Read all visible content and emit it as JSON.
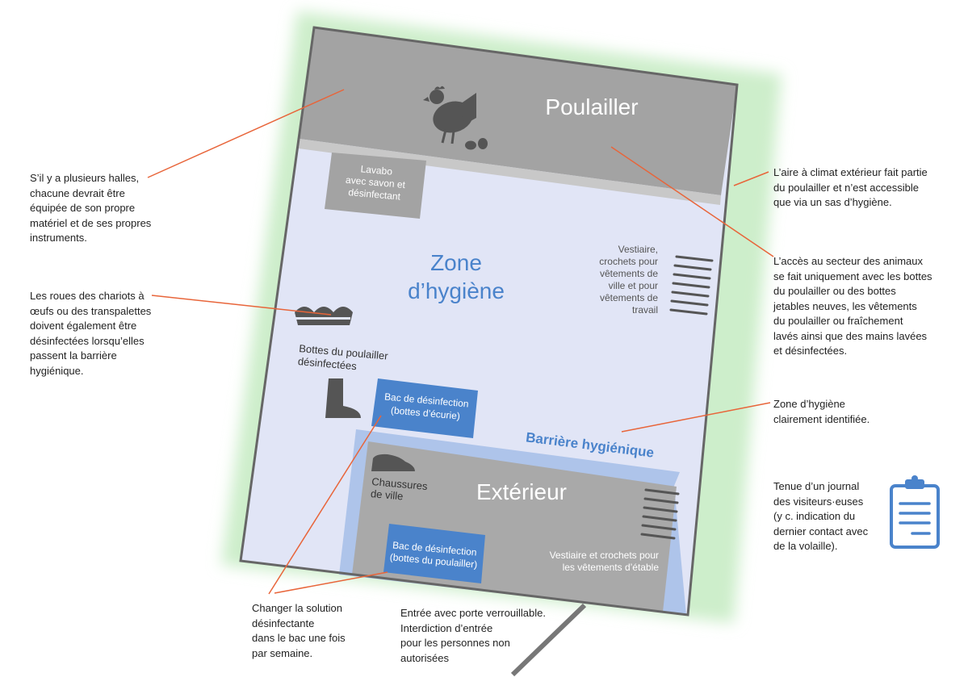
{
  "colors": {
    "outer_glow": "#cdeecb",
    "hygiene_zone": "#e1e5f6",
    "poultry_house": "#a3a3a3",
    "exterior": "#a9a9a9",
    "barrier": "#aec4ea",
    "disinfection_tub": "#4a83cb",
    "zone_text": "#4a83cb",
    "leader_line": "#e8653a",
    "icon_dark": "#555555",
    "clipboard": "#4a83cb"
  },
  "rooms": {
    "poultry_house": "Poulailler",
    "hygiene_zone_line1": "Zone",
    "hygiene_zone_line2": "d’hygiène",
    "exterior": "Extérieur",
    "barrier": "Barrière hygiénique"
  },
  "labels": {
    "sink": [
      "Lavabo",
      "avec savon et",
      "désinfectant"
    ],
    "cloakroom": [
      "Vestiaire,",
      "crochets pour",
      "vêtements de",
      "ville et pour",
      "vêtements de",
      "travail"
    ],
    "boots_poultry": [
      "Bottes du poulailler",
      "désinfectées"
    ],
    "tub_stable": [
      "Bac de désinfection",
      "(bottes d’écurie)"
    ],
    "tub_poultry": [
      "Bac de désinfection",
      "(bottes du poulailler)"
    ],
    "town_shoes": [
      "Chaussures",
      "de ville"
    ],
    "stable_cloakroom": [
      "Vestiaire et crochets pour",
      "les vêtements d’étable"
    ]
  },
  "notes": {
    "halls": [
      "S’il y a plusieurs halles,",
      "chacune devrait être",
      "équipée de son propre",
      "matériel et de ses propres",
      "instruments."
    ],
    "wheels": [
      "Les roues des chariots à",
      "œufs ou des transpalettes",
      "doivent également être",
      "désinfectées lorsqu’elles",
      "passent la barrière",
      "hygiénique."
    ],
    "outdoor_area": [
      "L’aire à climat extérieur fait partie",
      "du poulailler et n’est accessible",
      "que via un sas d’hygiène."
    ],
    "access": [
      "L’accès au secteur des animaux",
      "se fait uniquement avec les bottes",
      "du poulailler ou des bottes",
      "jetables neuves, les vêtements",
      "du poulailler ou fraîchement",
      "lavés ainsi que des mains lavées",
      "et désinfectées."
    ],
    "zone_identified": [
      "Zone d’hygiène",
      "clairement identifiée."
    ],
    "journal": [
      "Tenue d’un journal",
      "des visiteurs·euses",
      "(y c. indication du",
      "dernier contact avec",
      "de la volaille)."
    ],
    "solution": [
      "Changer la solution",
      "désinfectante",
      "dans le bac une fois",
      "par semaine."
    ],
    "entrance": [
      "Entrée avec porte verrouillable.",
      "Interdiction d’entrée",
      "pour les personnes non",
      "autorisées"
    ]
  },
  "icons": [
    "chicken-icon",
    "eggs-icon",
    "egg-tray-icon",
    "boot-icon",
    "shoe-icon",
    "hooks-icon",
    "clipboard-icon",
    "door-icon"
  ]
}
